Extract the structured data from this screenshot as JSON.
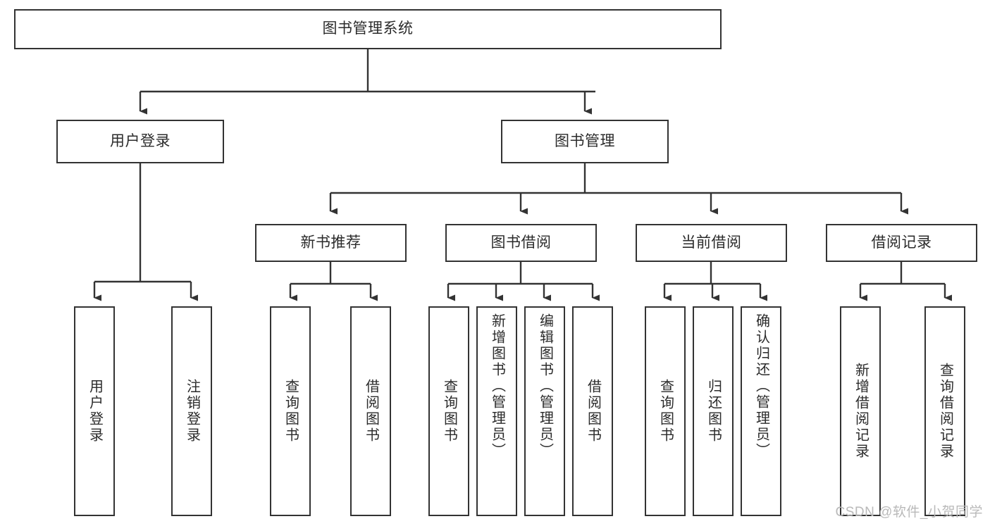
{
  "diagram": {
    "title": "图书管理系统",
    "watermark": "CSDN @软件_小贺同学",
    "colors": {
      "box_border": "#333333",
      "box_fill": "#ffffff",
      "text": "#2b2b2b",
      "connector": "#333333",
      "watermark": "#b9b9b9",
      "background": "#ffffff"
    },
    "root": {
      "label": "图书管理系统"
    },
    "level2": [
      {
        "label": "用户登录"
      },
      {
        "label": "图书管理"
      }
    ],
    "level3": [
      {
        "label": "新书推荐"
      },
      {
        "label": "图书借阅"
      },
      {
        "label": "当前借阅"
      },
      {
        "label": "借阅记录"
      }
    ],
    "leaves": {
      "user_login": [
        {
          "label": "用户登录"
        },
        {
          "label": "注销登录"
        }
      ],
      "new_book_recommend": [
        {
          "label": "查询图书"
        },
        {
          "label": "借阅图书"
        }
      ],
      "book_borrow": [
        {
          "label": "查询图书"
        },
        {
          "label": "新增图书（管理员）"
        },
        {
          "label": "编辑图书（管理员）"
        },
        {
          "label": "借阅图书"
        }
      ],
      "current_borrow": [
        {
          "label": "查询图书"
        },
        {
          "label": "归还图书"
        },
        {
          "label": "确认归还（管理员）"
        }
      ],
      "borrow_record": [
        {
          "label": "新增借阅记录"
        },
        {
          "label": "查询借阅记录"
        }
      ]
    }
  }
}
